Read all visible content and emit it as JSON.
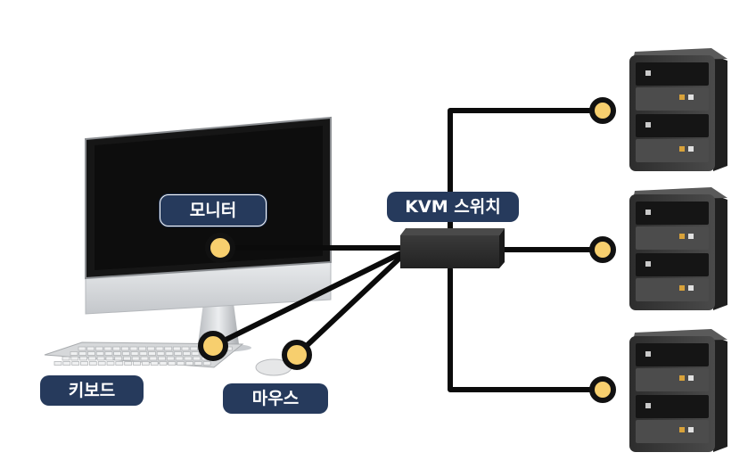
{
  "labels": {
    "monitor": "모니터",
    "kvm_switch": "KVM 스위치",
    "keyboard": "키보드",
    "mouse": "마우스"
  },
  "colors": {
    "label_bg": "#263a5c",
    "label_text": "#ffffff",
    "cable": "#0b0b0b",
    "port_fill": "#f7cf6e",
    "port_ring": "#111111",
    "server_body": "#3a3a3a",
    "monitor_bezel": "#1a1a1a",
    "screen": "#0e0e0e"
  },
  "icons": {
    "computer": "imac-monitor-icon",
    "keyboard": "keyboard-icon",
    "mouse": "mouse-icon",
    "switch": "kvm-switch-box-icon",
    "server": "server-tower-icon"
  },
  "servers_count": 3
}
